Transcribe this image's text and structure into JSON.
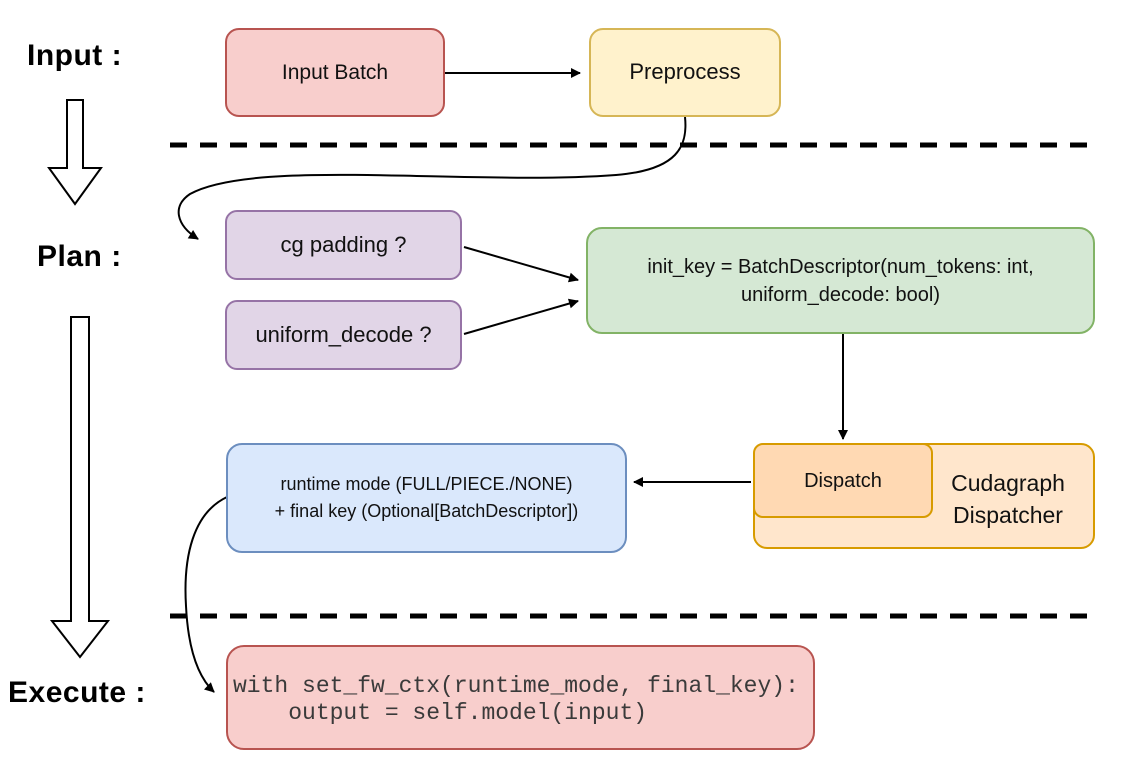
{
  "sections": {
    "input_label": "Input :",
    "plan_label": "Plan :",
    "execute_label": "Execute :"
  },
  "nodes": {
    "input_batch": {
      "label": "Input Batch"
    },
    "preprocess": {
      "label": "Preprocess"
    },
    "cg_padding": {
      "label": "cg padding ?"
    },
    "uniform_decode": {
      "label": "uniform_decode ?"
    },
    "init_key": {
      "line1": "init_key = BatchDescriptor(num_tokens: int,",
      "line2": "uniform_decode: bool)"
    },
    "runtime_mode": {
      "line1": "runtime mode (FULL/PIECE./NONE)",
      "line2": "+ final key (Optional[BatchDescriptor])"
    },
    "dispatch": {
      "label": "Dispatch"
    },
    "cudagraph_dispatcher": {
      "line1": "Cudagraph",
      "line2": "Dispatcher"
    },
    "execute_code": {
      "line1": "with set_fw_ctx(runtime_mode, final_key):",
      "line2": "    output = self.model(input)"
    }
  },
  "colors": {
    "red_fill": "#f8cecc",
    "red_stroke": "#b85450",
    "yellow_fill": "#fff2cc",
    "yellow_stroke": "#d6b656",
    "purple_fill": "#e1d5e7",
    "purple_stroke": "#9673a6",
    "green_fill": "#d5e8d4",
    "green_stroke": "#82b366",
    "blue_fill": "#dae8fc",
    "blue_stroke": "#6c8ebf",
    "orange_fill": "#ffe6cc",
    "orange_inner_fill": "#ffd9b3",
    "orange_stroke": "#d79b00",
    "connector": "#000000"
  }
}
